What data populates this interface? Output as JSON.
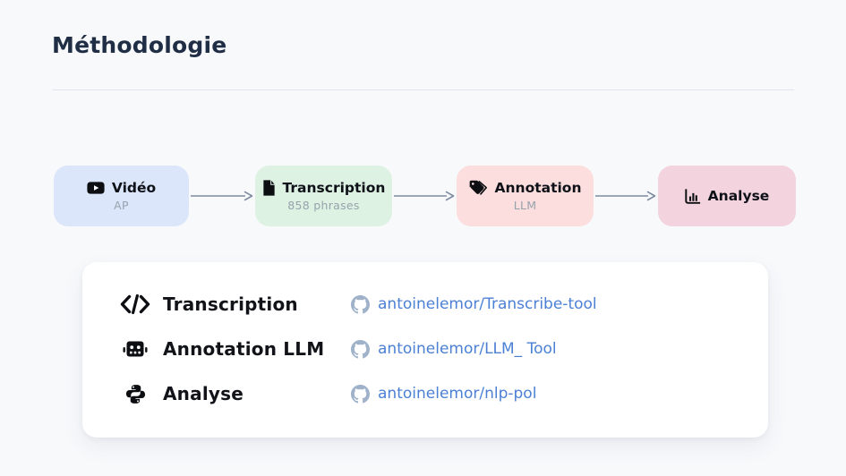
{
  "title": "Méthodologie",
  "flow": {
    "steps": [
      {
        "label": "Vidéo",
        "sublabel": "AP",
        "icon": "youtube-icon",
        "bg": "#dbe6fa"
      },
      {
        "label": "Transcription",
        "sublabel": "858 phrases",
        "icon": "file-icon",
        "bg": "#def2e4"
      },
      {
        "label": "Annotation",
        "sublabel": "LLM",
        "icon": "tags-icon",
        "bg": "#fcdede"
      },
      {
        "label": "Analyse",
        "sublabel": "",
        "icon": "chart-icon",
        "bg": "#f3d3dd"
      }
    ]
  },
  "tools": {
    "items": [
      {
        "name": "Transcription",
        "icon": "code-icon",
        "repo": "antoinelemor/Transcribe-tool"
      },
      {
        "name": "Annotation LLM",
        "icon": "robot-icon",
        "repo": "antoinelemor/LLM_ Tool"
      },
      {
        "name": "Analyse",
        "icon": "python-icon",
        "repo": "antoinelemor/nlp-pol"
      }
    ]
  },
  "colors": {
    "background": "#f8f9fb",
    "title_text": "#1f2d45",
    "divider": "#e1e4ec",
    "step_blue": "#dbe6fa",
    "step_green": "#def2e4",
    "step_pink": "#fcdede",
    "step_rose": "#f3d3dd",
    "step_sublabel": "#97a3ac",
    "arrow": "#7e8aa0",
    "link_blue": "#4b80d4",
    "github_icon": "#9fb2ca",
    "card_background": "#ffffff"
  }
}
